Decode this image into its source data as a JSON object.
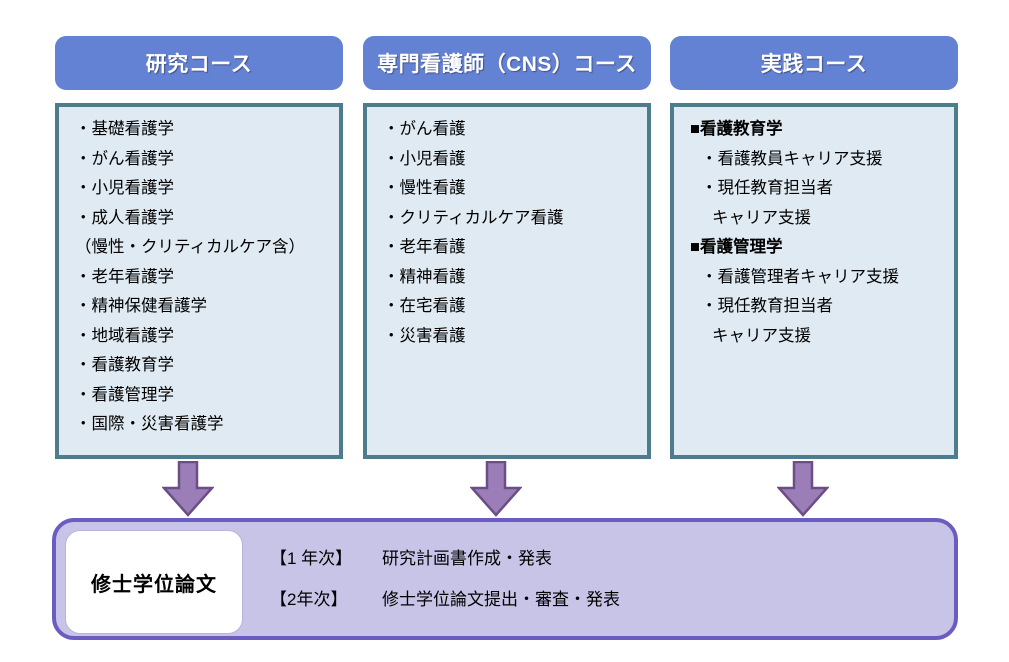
{
  "diagram": {
    "colors": {
      "header_blue": "#6482D3",
      "body_fill": "#E0EAF2",
      "body_border": "#4E7C8D",
      "arrow_fill": "#9B7EB8",
      "arrow_border": "#6B4E86",
      "panel_fill": "#C8C4E7",
      "panel_border": "#6A5CC1",
      "inner_box_fill": "#FFFFFF"
    },
    "courses": [
      {
        "header": "研究コース",
        "items": [
          {
            "text": "・基礎看護学",
            "level": "item"
          },
          {
            "text": "・がん看護学",
            "level": "item"
          },
          {
            "text": "・小児看護学",
            "level": "item"
          },
          {
            "text": "・成人看護学",
            "level": "item"
          },
          {
            "text": "（慢性・クリティカルケア含）",
            "level": "item"
          },
          {
            "text": "・老年看護学",
            "level": "item"
          },
          {
            "text": "・精神保健看護学",
            "level": "item"
          },
          {
            "text": "・地域看護学",
            "level": "item"
          },
          {
            "text": "・看護教育学",
            "level": "item"
          },
          {
            "text": "・看護管理学",
            "level": "item"
          },
          {
            "text": "・国際・災害看護学",
            "level": "item"
          }
        ]
      },
      {
        "header": "専門看護師（CNS）コース",
        "items": [
          {
            "text": "・がん看護",
            "level": "item"
          },
          {
            "text": "・小児看護",
            "level": "item"
          },
          {
            "text": "・慢性看護",
            "level": "item"
          },
          {
            "text": "・クリティカルケア看護",
            "level": "item"
          },
          {
            "text": "・老年看護",
            "level": "item"
          },
          {
            "text": "・精神看護",
            "level": "item"
          },
          {
            "text": "・在宅看護",
            "level": "item"
          },
          {
            "text": "・災害看護",
            "level": "item"
          }
        ]
      },
      {
        "header": "実践コース",
        "items": [
          {
            "text": "■看護教育学",
            "level": "head"
          },
          {
            "text": "・看護教員キャリア支援",
            "level": "sub"
          },
          {
            "text": "・現任教育担当者",
            "level": "sub"
          },
          {
            "text": "キャリア支援",
            "level": "cont"
          },
          {
            "text": "■看護管理学",
            "level": "head"
          },
          {
            "text": "・看護管理者キャリア支援",
            "level": "sub"
          },
          {
            "text": "・現任教育担当者",
            "level": "sub"
          },
          {
            "text": "キャリア支援",
            "level": "cont"
          }
        ]
      }
    ],
    "arrows": [
      {
        "name": "arrow-down-research"
      },
      {
        "name": "arrow-down-cns"
      },
      {
        "name": "arrow-down-practice"
      }
    ],
    "thesis": {
      "title": "修士学位論文",
      "rows": [
        {
          "year": "【1 年次】",
          "task": "研究計画書作成・発表"
        },
        {
          "year": "【2年次】",
          "task": "修士学位論文提出・審査・発表"
        }
      ]
    }
  }
}
